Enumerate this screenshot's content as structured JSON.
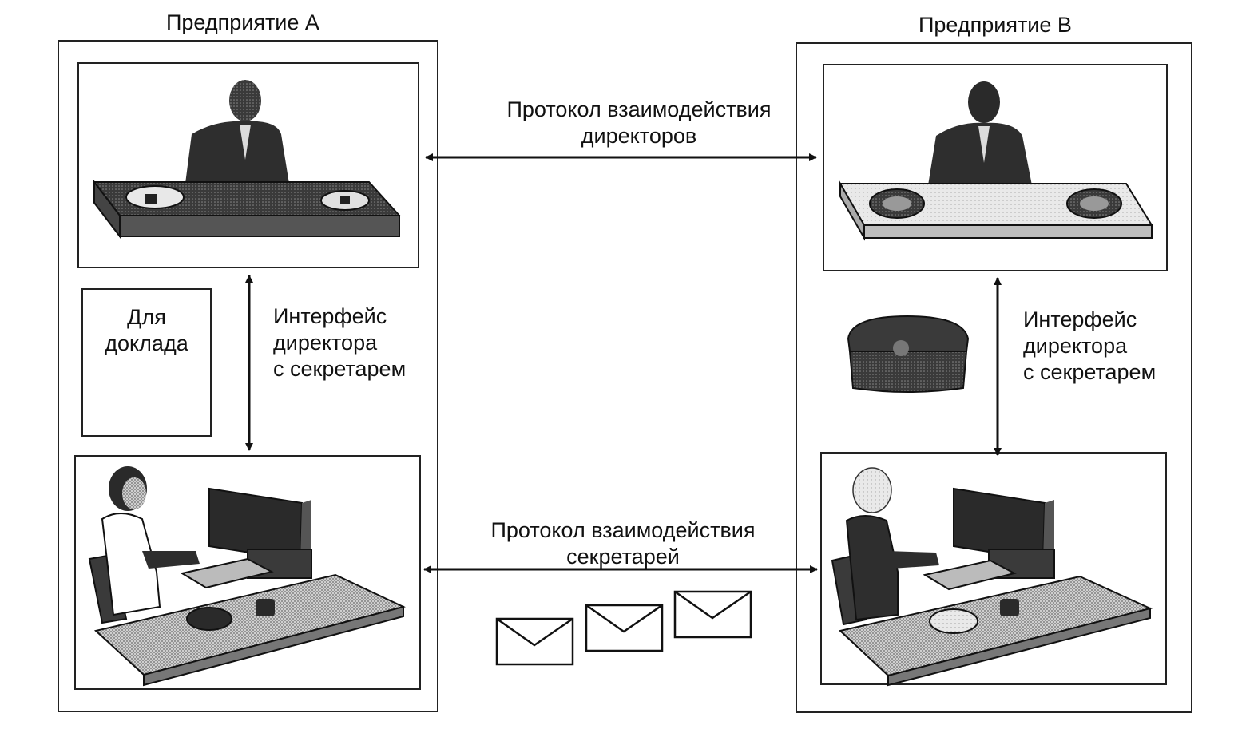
{
  "enterprise_a": {
    "title": "Предприятие А",
    "report_note": [
      "Для",
      "доклада"
    ],
    "interface_label": [
      "Интерфейс",
      "директора",
      "с секретарем"
    ]
  },
  "enterprise_b": {
    "title": "Предприятие В",
    "interface_label": [
      "Интерфейс",
      "директора",
      "с секретарем"
    ]
  },
  "protocols": {
    "directors": [
      "Протокол взаимодействия",
      "директоров"
    ],
    "secretaries": [
      "Протокол взаимодействия",
      "секретарей"
    ]
  },
  "icons": {
    "director": "person-at-desk-icon",
    "secretary": "person-at-computer-icon",
    "phone": "telephone-icon",
    "letter": "envelope-icon"
  },
  "colors": {
    "line": "#111111",
    "dark_fill": "#3a3a3a",
    "mid_fill": "#7a7a7a",
    "light_fill": "#d8d8d8"
  }
}
